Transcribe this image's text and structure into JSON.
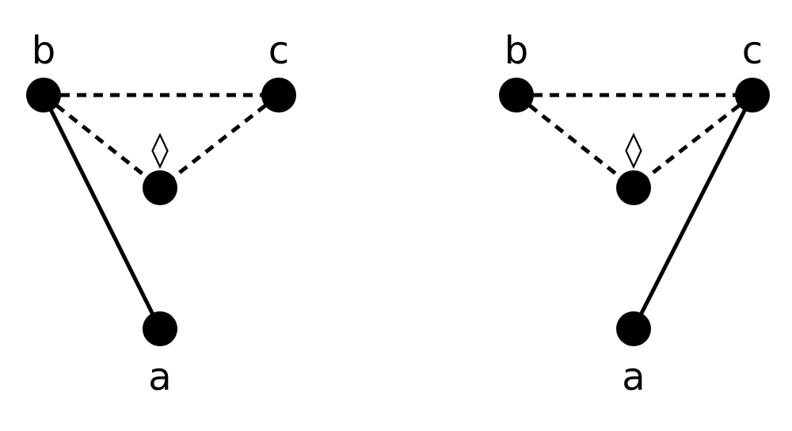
{
  "colors": {
    "ink": "#000000",
    "background": "#ffffff"
  },
  "left_graph": {
    "labels": {
      "a": "a",
      "b": "b",
      "c": "c",
      "modal": "◊"
    },
    "edges": [
      {
        "from": "b",
        "to": "a",
        "style": "solid"
      },
      {
        "from": "b",
        "to": "c",
        "style": "dashed"
      },
      {
        "from": "b",
        "to": "w",
        "style": "dashed"
      },
      {
        "from": "c",
        "to": "w",
        "style": "dashed"
      }
    ]
  },
  "right_graph": {
    "labels": {
      "a": "a",
      "b": "b",
      "c": "c",
      "modal": "◊"
    },
    "edges": [
      {
        "from": "c",
        "to": "a",
        "style": "solid"
      },
      {
        "from": "b",
        "to": "c",
        "style": "dashed"
      },
      {
        "from": "b",
        "to": "w",
        "style": "dashed"
      },
      {
        "from": "c",
        "to": "w",
        "style": "dashed"
      }
    ]
  }
}
